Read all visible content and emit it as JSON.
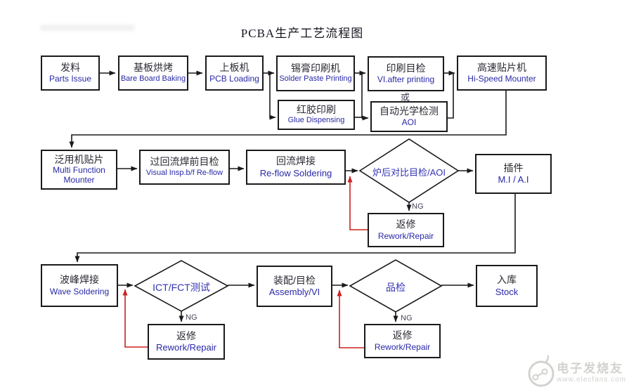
{
  "title": "PCBA生产工艺流程图",
  "labels": {
    "or": "或",
    "ng": "NG"
  },
  "colors": {
    "chinese_text": "#2a2a33",
    "english_text": "#2828a8",
    "diamond_text": "#3333b3",
    "line": "#1a1a1a",
    "reject_line": "#cc2020",
    "background": "#ffffff"
  },
  "nodes": {
    "parts_issue": {
      "zh": "发料",
      "en": "Parts Issue"
    },
    "bare_board_baking": {
      "zh": "基板烘烤",
      "en": "Bare Board Baking"
    },
    "pcb_loading": {
      "zh": "上板机",
      "en": "PCB Loading"
    },
    "solder_paste_printing": {
      "zh": "锡膏印刷机",
      "en": "Solder Paste Printing"
    },
    "vi_after_printing": {
      "zh": "印刷目检",
      "en": "VI.after printing"
    },
    "hi_speed_mounter": {
      "zh": "高速贴片机",
      "en": "Hi-Speed Mounter"
    },
    "glue_dispensing": {
      "zh": "红胶印刷",
      "en": "Glue Dispensing"
    },
    "aoi": {
      "zh": "自动光学检测",
      "en": "AOI"
    },
    "multi_function_mounter": {
      "zh": "泛用机贴片",
      "en": "Multi Function Mounter"
    },
    "visual_insp_bf_reflow": {
      "zh": "过回流焊前目检",
      "en": "Visual Insp.b/f Re-flow"
    },
    "reflow_soldering": {
      "zh": "回流焊接",
      "en": "Re-flow  Soldering"
    },
    "post_oven_inspection": {
      "zh": "炉后对比目检/AOI"
    },
    "manual_insertion": {
      "zh": "插件",
      "en": "M.I / A.I"
    },
    "rework_reflow": {
      "zh": "返修",
      "en": "Rework/Repair"
    },
    "wave_soldering": {
      "zh": "波峰焊接",
      "en": "Wave Soldering"
    },
    "ict_fct_test": {
      "zh": "ICT/FCT测试"
    },
    "assembly_vi": {
      "zh": "装配/目检",
      "en": "Assembly/VI"
    },
    "quality_check": {
      "zh": "品检"
    },
    "stock": {
      "zh": "入库",
      "en": "Stock"
    },
    "rework_ict": {
      "zh": "返修",
      "en": "Rework/Repair"
    },
    "rework_qc": {
      "zh": "返修",
      "en": "Rework/Repair"
    }
  },
  "watermark": {
    "brand": "电子发烧友",
    "site": "www.elecfans.com"
  }
}
